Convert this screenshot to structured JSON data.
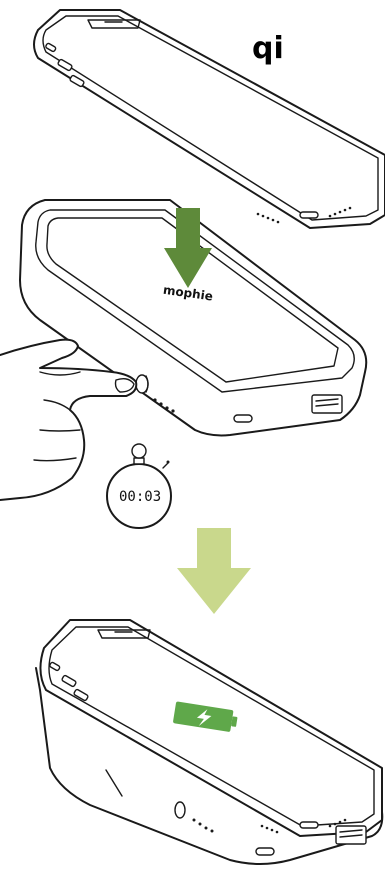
{
  "labels": {
    "qi_logo": "qi",
    "brand": "mophie",
    "timer": "00:03"
  },
  "colors": {
    "dark_green_arrow": "#5e8a3a",
    "light_green_arrow": "#c9d88c",
    "battery_green": "#5fa84a",
    "line": "#1a1a1a"
  },
  "icons": {
    "qi": "qi-wireless-logo-icon",
    "stopwatch": "stopwatch-icon",
    "battery": "charging-battery-icon",
    "finger": "finger-press-icon"
  }
}
